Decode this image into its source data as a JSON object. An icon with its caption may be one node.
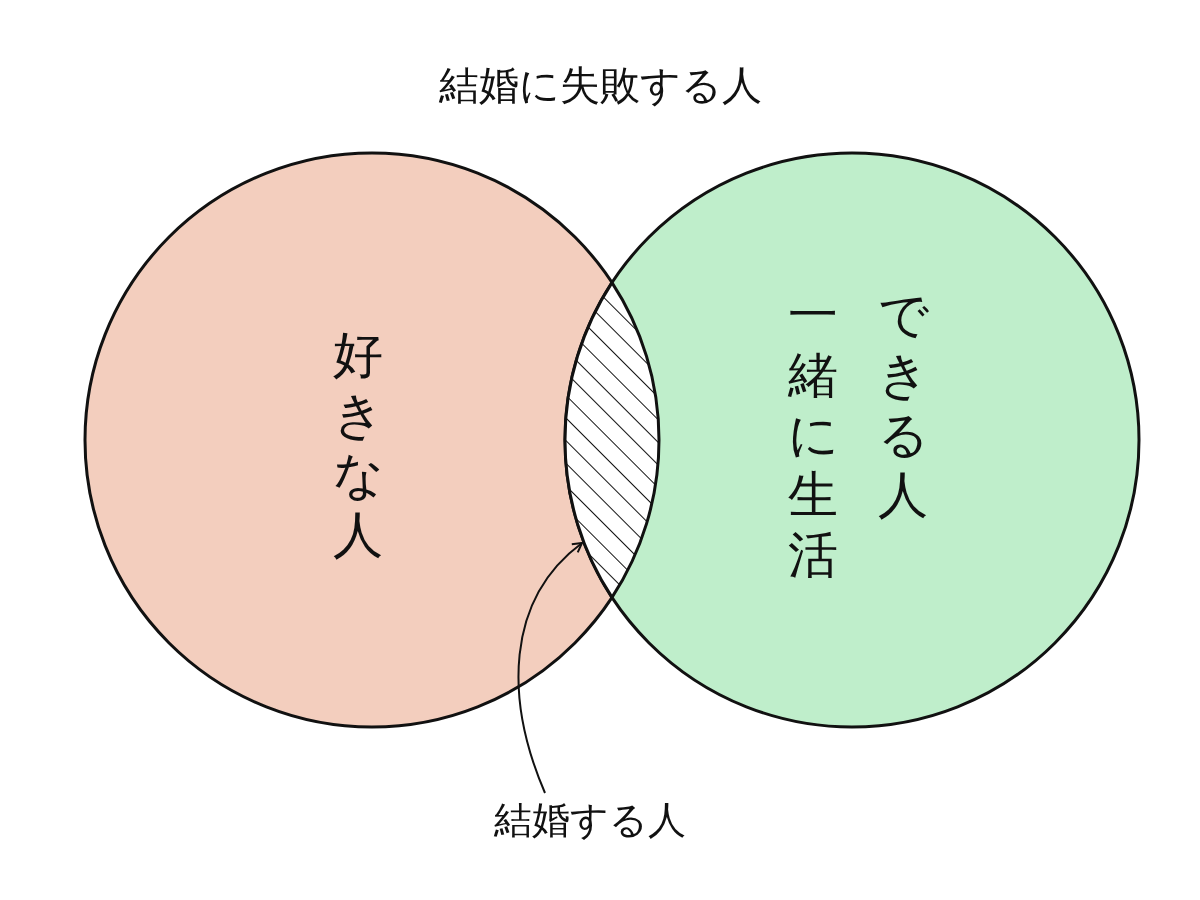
{
  "diagram": {
    "title": "結婚に失敗する人",
    "nodes": [
      {
        "text": [
          "好きな人"
        ]
      },
      {
        "text": [
          "一緒に生活できる人"
        ]
      },
      {
        "text": [],
        "shape": "lens"
      },
      {
        "text": [
          "結婚する人"
        ]
      }
    ],
    "edges": [
      {
        "from": 3,
        "to": 2,
        "arrow": "to"
      }
    ]
  }
}
